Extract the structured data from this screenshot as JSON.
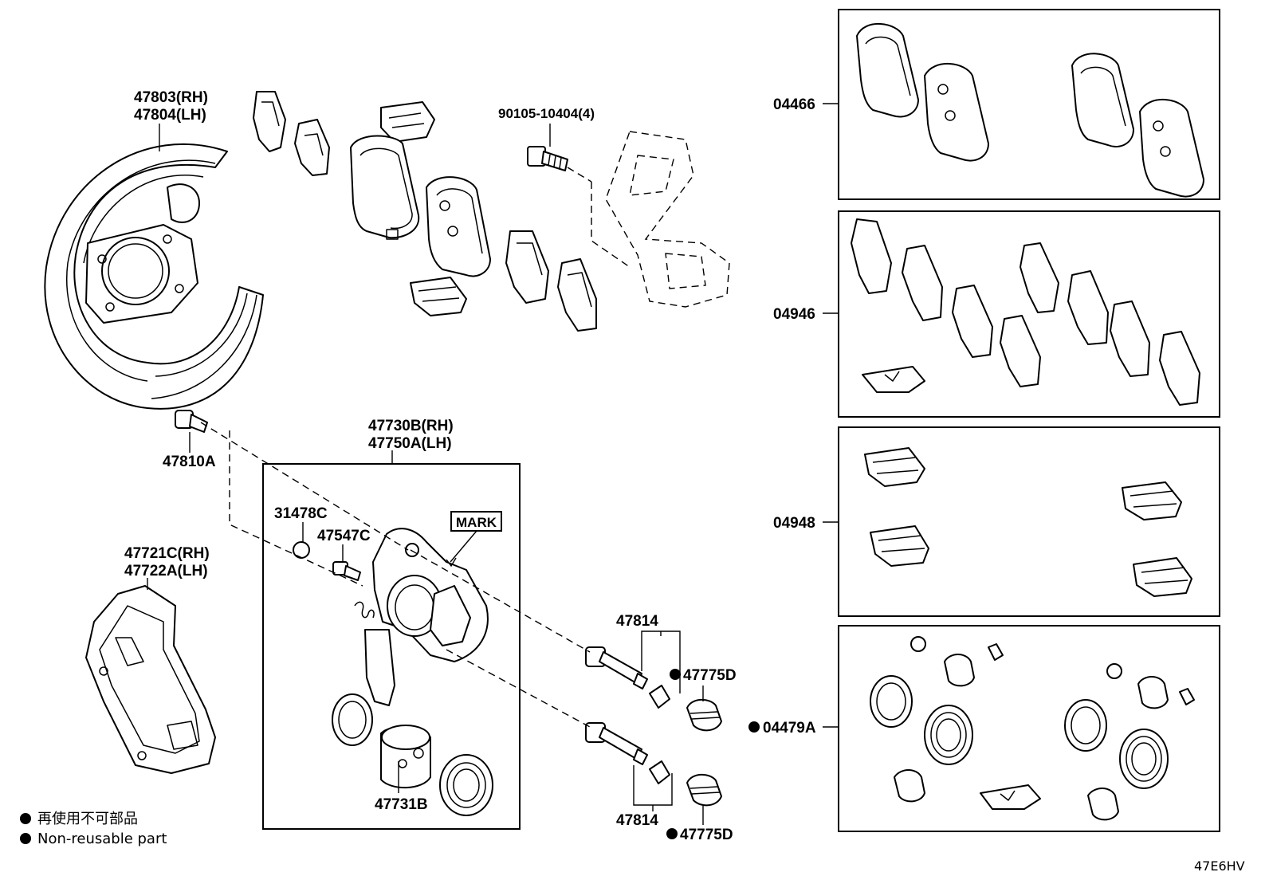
{
  "labels": {
    "shield_rh": "47803(RH)",
    "shield_lh": "47804(LH)",
    "bolt": "90105-10404(4)",
    "bleeder_plug": "47810A",
    "mount_rh": "47721C(RH)",
    "mount_lh": "47722A(LH)",
    "caliper_rh": "47730B(RH)",
    "caliper_lh": "47750A(LH)",
    "cap": "31478C",
    "bleeder": "47547C",
    "mark": "MARK",
    "piston": "47731B",
    "pin_top": "47814",
    "pin_bottom": "47814",
    "boot_top": "47775D",
    "boot_bottom": "47775D"
  },
  "kits": {
    "pads": "04466",
    "shims": "04946",
    "clips": "04948",
    "seal_kit": "04479A"
  },
  "legend": {
    "line1": "再使用不可部品",
    "line2": "Non-reusable part"
  },
  "diagram_code": "47E6HV"
}
